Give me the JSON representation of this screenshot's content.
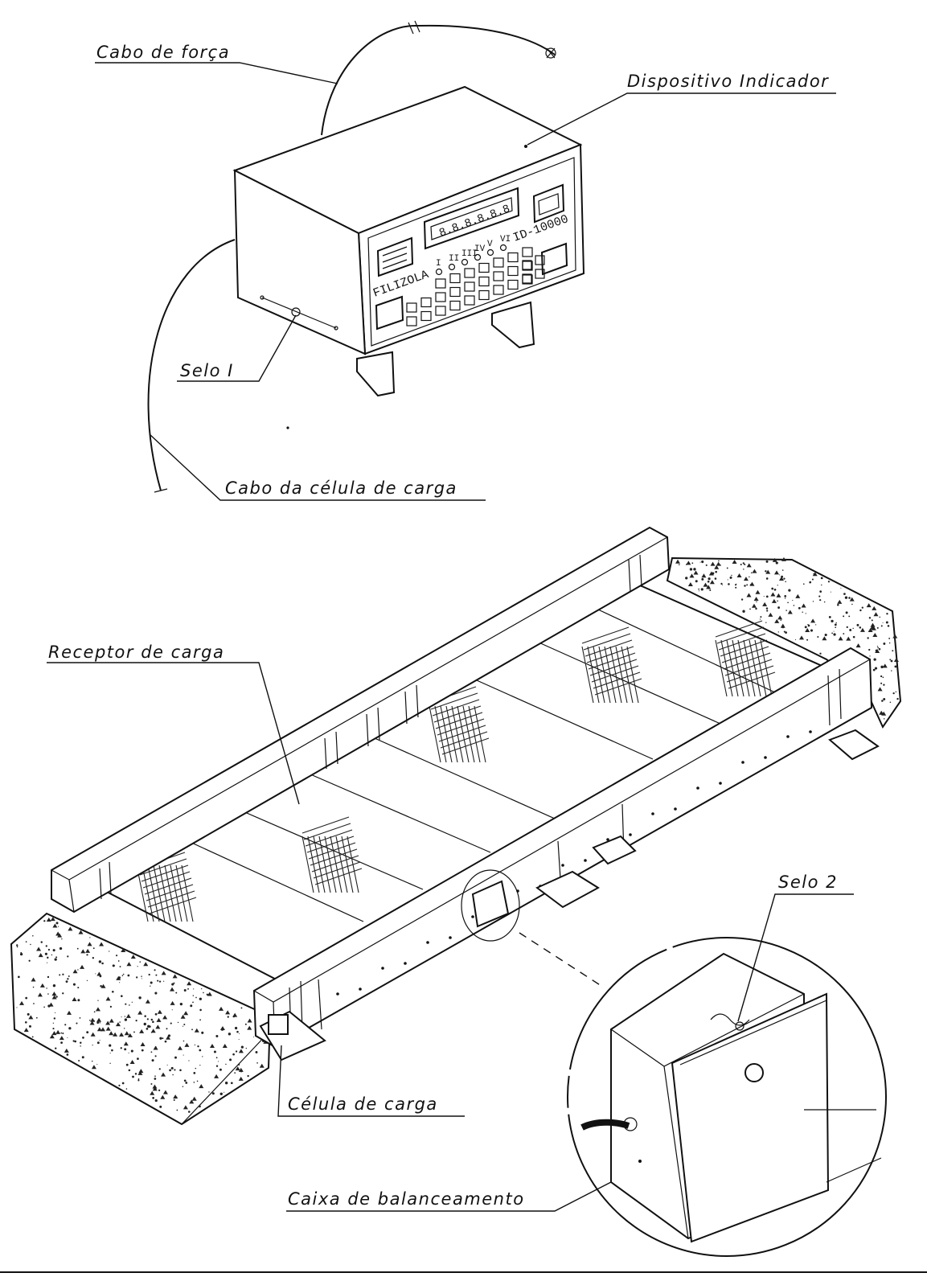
{
  "labels": {
    "cabo_forca": "Cabo de força",
    "dispositivo_indicador": "Dispositivo Indicador",
    "selo_1": "Selo I",
    "cabo_celula": "Cabo da célula de carga",
    "receptor_carga": "Receptor de carga",
    "selo_2": "Selo 2",
    "celula_carga": "Célula de carga",
    "caixa_balanceamento": "Caixa de balanceamento"
  },
  "indicator_panel": {
    "brand": "FILIZOLA",
    "model": "ID-10000",
    "display": "8.8.8.8.8.8",
    "channels": [
      "I",
      "II",
      "III",
      "IV",
      "V",
      "VI"
    ]
  }
}
